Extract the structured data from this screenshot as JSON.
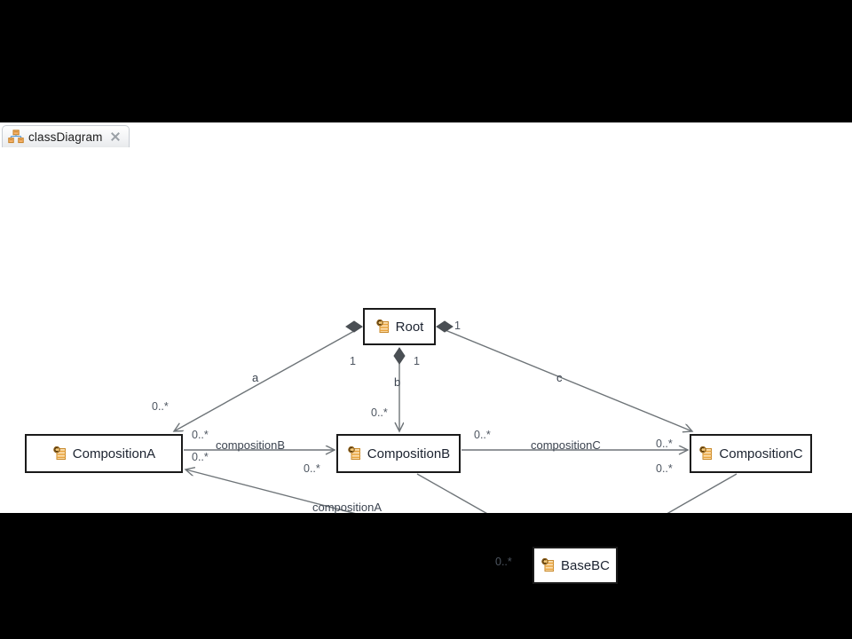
{
  "window": {
    "background": "#ffffff",
    "letterbox_color": "#000000"
  },
  "tab": {
    "label": "classDiagram",
    "icon": "class-diagram-icon",
    "close_icon": "close-icon"
  },
  "diagram": {
    "type": "uml-class-diagram",
    "node_icon": "class-icon",
    "border_color": "#1a1a1a",
    "line_color": "#6e7478",
    "label_color": "#3c4450",
    "nodes": [
      {
        "id": "root",
        "name": "Root"
      },
      {
        "id": "compositiona",
        "name": "CompositionA"
      },
      {
        "id": "compositionb",
        "name": "CompositionB"
      },
      {
        "id": "compositionc",
        "name": "CompositionC"
      },
      {
        "id": "basebc",
        "name": "BaseBC"
      }
    ],
    "edges": [
      {
        "id": "root-a",
        "from": "Root",
        "to": "CompositionA",
        "kind": "composition",
        "role": "a",
        "source_multiplicity": "1",
        "target_multiplicity": "0..*"
      },
      {
        "id": "root-b",
        "from": "Root",
        "to": "CompositionB",
        "kind": "composition",
        "role": "b",
        "source_multiplicity": "1",
        "target_multiplicity": "0..*"
      },
      {
        "id": "root-c",
        "from": "Root",
        "to": "CompositionC",
        "kind": "composition",
        "role": "c",
        "source_multiplicity": "1",
        "target_multiplicity": "0..*"
      },
      {
        "id": "a-b",
        "from": "CompositionA",
        "to": "CompositionB",
        "kind": "association",
        "role": "compositionB",
        "source_multiplicity": "0..*",
        "target_multiplicity": "0..*"
      },
      {
        "id": "b-c",
        "from": "CompositionB",
        "to": "CompositionC",
        "kind": "association",
        "role": "compositionC",
        "source_multiplicity": "0..*",
        "target_multiplicity": "0..*"
      },
      {
        "id": "basebc-a",
        "from": "BaseBC",
        "to": "CompositionA",
        "kind": "association",
        "role": "compositionA",
        "source_multiplicity": "0..*",
        "target_multiplicity": "0..*"
      },
      {
        "id": "b-basebc",
        "from": "CompositionB",
        "to": "BaseBC",
        "kind": "generalization",
        "role": "",
        "source_multiplicity": "",
        "target_multiplicity": ""
      },
      {
        "id": "c-basebc",
        "from": "CompositionC",
        "to": "BaseBC",
        "kind": "generalization",
        "role": "",
        "source_multiplicity": "",
        "target_multiplicity": ""
      }
    ],
    "labels": {
      "role_a": "a",
      "role_b": "b",
      "role_c": "c",
      "assoc_composition_b": "compositionB",
      "assoc_composition_c": "compositionC",
      "assoc_composition_a": "compositionA",
      "one_root_a": "1",
      "one_root_b": "1",
      "one_root_c": "1",
      "star_a": "0..*",
      "star_b": "0..*",
      "star_c": "0..*",
      "star_ab_source": "0..*",
      "star_ab_target": "0..*",
      "star_ba_source": "0..*",
      "star_bc_source": "0..*",
      "star_bc_target": "0..*",
      "star_cb_target": "0..*",
      "star_basebc": "0..*"
    }
  }
}
